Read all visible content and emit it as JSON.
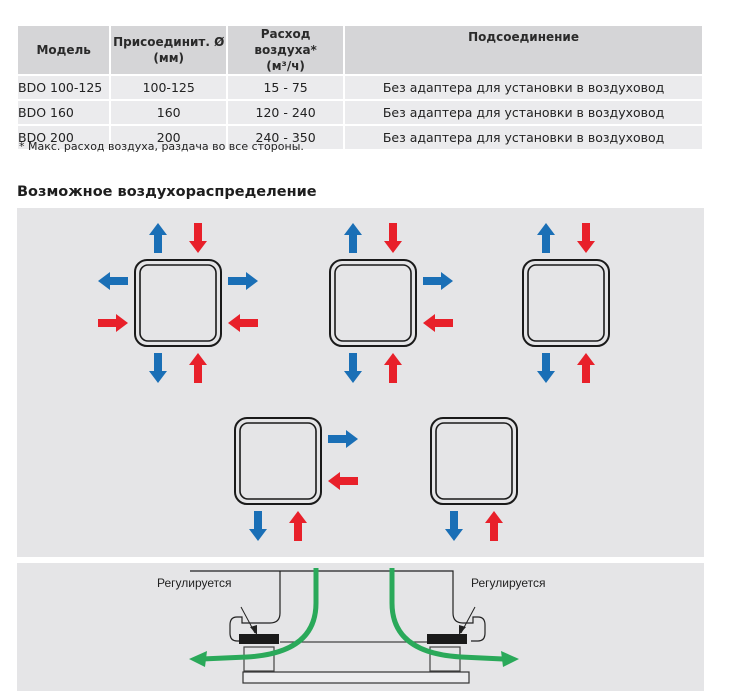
{
  "table": {
    "headers": {
      "model": "Модель",
      "diameter_line1": "Присоединит. Ø",
      "diameter_line2": "(мм)",
      "airflow_line1": "Расход воздуха*",
      "airflow_line2": "(м³/ч)",
      "connection": "Подсоединение"
    },
    "rows": [
      {
        "model": "BDO 100-125",
        "diameter": "100-125",
        "airflow": "15 - 75",
        "connection": "Без адаптера для установки в воздуховод"
      },
      {
        "model": "BDO 160",
        "diameter": "160",
        "airflow": "120 - 240",
        "connection": "Без адаптера для установки в воздуховод"
      },
      {
        "model": "BDO 200",
        "diameter": "200",
        "airflow": "240 - 350",
        "connection": "Без адаптера для установки в воздуховод"
      }
    ],
    "footnote": "* Макс. расход воздуха, раздача во все стороны."
  },
  "distribution": {
    "title": "Возможное воздухораспределение",
    "colors": {
      "supply": "#1a6fb6",
      "extract": "#e8202a",
      "panel": "#e5e5e7"
    },
    "variants": [
      {
        "name": "four-sides",
        "sides": [
          "top",
          "left",
          "right",
          "bottom"
        ]
      },
      {
        "name": "three-sides",
        "sides": [
          "top",
          "right",
          "bottom"
        ]
      },
      {
        "name": "two-sides-opposite",
        "sides": [
          "top",
          "bottom"
        ]
      },
      {
        "name": "two-sides-corner",
        "sides": [
          "right",
          "bottom"
        ]
      },
      {
        "name": "one-side",
        "sides": [
          "bottom"
        ]
      }
    ]
  },
  "section": {
    "left_label": "Регулируется",
    "right_label": "Регулируется",
    "flow_color": "#2aa95a"
  }
}
